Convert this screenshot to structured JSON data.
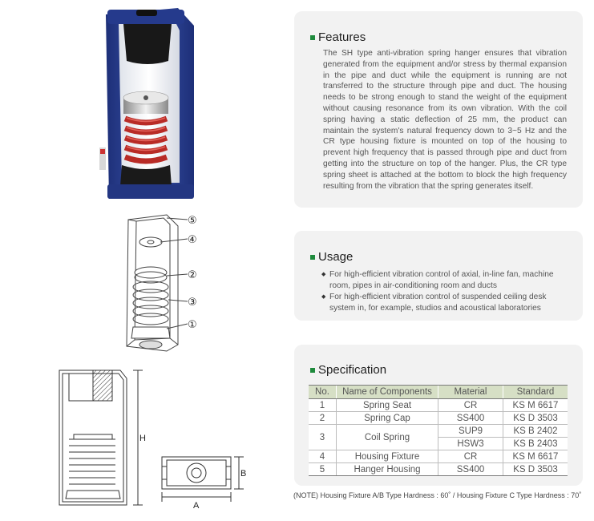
{
  "features": {
    "title": "Features",
    "body": "The SH type anti-vibration spring hanger ensures that vibration generated from the equipment and/or stress by thermal expansion in the pipe and duct while the equipment is running are not transferred to the structure through pipe and duct. The housing needs to be strong enough to stand the weight of the equipment without causing resonance from its own vibration. With the coil spring having a static deflection of 25 mm, the product can maintain the system's natural frequency down to 3~5 Hz and the CR type housing fixture is mounted on top of the housing to prevent high frequency that is passed through pipe and duct from getting into the structure on top of the hanger. Plus, the CR type spring sheet is attached at the bottom to block the high frequency resulting from the vibration that the spring generates itself."
  },
  "usage": {
    "title": "Usage",
    "items": [
      "For high-efficient vibration control of axial, in-line fan, machine room, pipes in air-conditioning room and ducts",
      "For high-efficient vibration control of suspended ceiling desk system in, for example, studios and acoustical laboratories"
    ]
  },
  "specification": {
    "title": "Specification",
    "headers": [
      "No.",
      "Name of Components",
      "Material",
      "Standard"
    ],
    "rows": [
      {
        "no": "1",
        "name": "Spring Seat",
        "material": "CR",
        "standard": "KS M 6617"
      },
      {
        "no": "2",
        "name": "Spring Cap",
        "material": "SS400",
        "standard": "KS D 3503"
      },
      {
        "no": "3",
        "name": "Coil Spring",
        "material": "SUP9",
        "standard": "KS B 2402"
      },
      {
        "no": "",
        "name": "",
        "material": "HSW3",
        "standard": "KS B 2403"
      },
      {
        "no": "4",
        "name": "Housing Fixture",
        "material": "CR",
        "standard": "KS M 6617"
      },
      {
        "no": "5",
        "name": "Hanger Housing",
        "material": "SS400",
        "standard": "KS D 3503"
      }
    ],
    "note": "(NOTE) Housing Fixture A/B Type Hardness : 60˚ / Housing Fixture C Type Hardness : 70˚"
  },
  "diagram": {
    "callouts": [
      "⑤",
      "④",
      "②",
      "③",
      "①"
    ],
    "dims": {
      "h": "H",
      "a": "A",
      "b": "B"
    }
  },
  "colors": {
    "housing_blue": "#2a3f8f",
    "spring_red": "#c0302a",
    "accent_green": "#1e8a3c",
    "table_header": "#d6dfc5",
    "panel_bg": "#f2f2f2"
  }
}
